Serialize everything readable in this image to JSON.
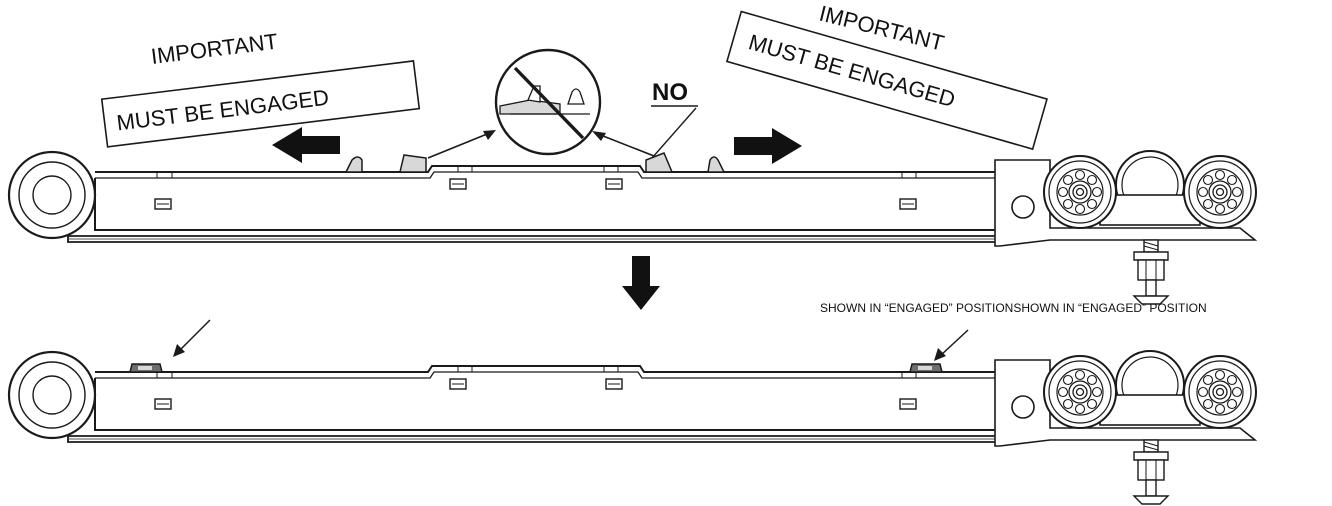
{
  "labels": {
    "important_left": "IMPORTANT",
    "must_engaged_left": "MUST BE ENGAGED",
    "important_right": "IMPORTANT",
    "must_engaged_right": "MUST BE ENGAGED",
    "no": "NO",
    "shown_engaged": "SHOWN IN “ENGAGED” POSITIONSHOWN IN “ENGAGED” POSITION"
  },
  "colors": {
    "ink": "#1a1a1a",
    "clip_fill": "#d8d8d8",
    "engaged_fill": "#6e6e6e",
    "background": "#ffffff"
  }
}
